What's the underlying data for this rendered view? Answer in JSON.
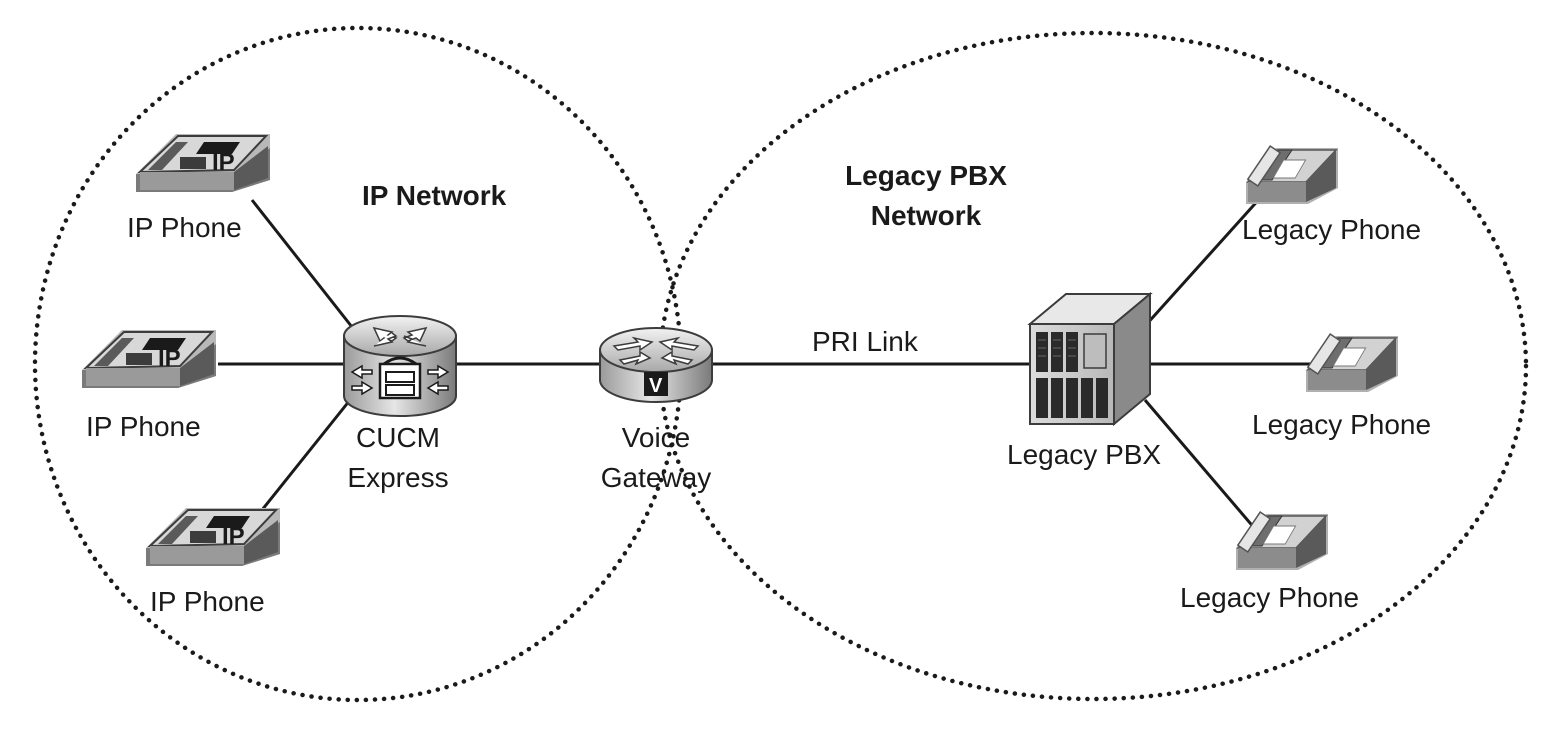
{
  "regions": {
    "ip_network": "IP Network",
    "legacy_network_line1": "Legacy PBX",
    "legacy_network_line2": "Network"
  },
  "devices": {
    "ip_phone_top": "IP Phone",
    "ip_phone_mid": "IP Phone",
    "ip_phone_bot": "IP Phone",
    "ip_phone_badge": "IP",
    "cucm_line1": "CUCM",
    "cucm_line2": "Express",
    "gateway_line1": "Voice",
    "gateway_line2": "Gateway",
    "gateway_badge": "V",
    "pbx": "Legacy PBX",
    "legacy_phone_top": "Legacy Phone",
    "legacy_phone_mid": "Legacy Phone",
    "legacy_phone_bot": "Legacy Phone"
  },
  "links": {
    "pri": "PRI Link"
  },
  "icons": {
    "ip_phone": "ip-phone-icon",
    "cucm_express": "cucm-express-router-icon",
    "voice_gateway": "voice-gateway-router-icon",
    "pbx": "pbx-cabinet-icon",
    "legacy_phone": "legacy-phone-icon"
  },
  "colors": {
    "line": "#1a1a1a",
    "device_dark": "#3c3c3c",
    "device_mid": "#8c8c8c",
    "device_light": "#d0d0d0"
  }
}
